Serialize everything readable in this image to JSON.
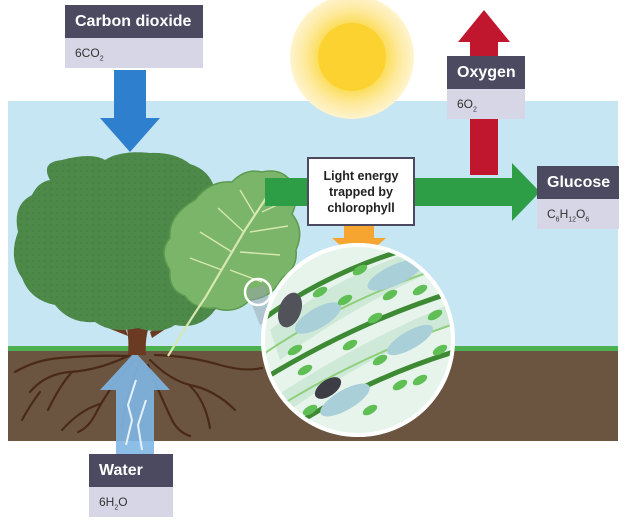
{
  "labels": {
    "carbon_dioxide": {
      "name": "Carbon dioxide",
      "formula": [
        "6CO",
        "2",
        ""
      ]
    },
    "oxygen": {
      "name": "Oxygen",
      "formula": [
        "6O",
        "2",
        ""
      ]
    },
    "glucose": {
      "name": "Glucose",
      "formula": [
        "C",
        "6",
        "H",
        "12",
        "O",
        "6"
      ]
    },
    "water": {
      "name": "Water",
      "formula": [
        "6H",
        "2",
        "O"
      ]
    },
    "light_energy": "Light energy trapped by chlorophyll"
  },
  "colors": {
    "sky": "#c5e6f2",
    "soil": "#6b5540",
    "grass": "#4caf50",
    "tree_canopy": "#4d8a4a",
    "trunk": "#6b3a22",
    "leaf": "#7bb56a",
    "sun": "#fbd23c",
    "co2_arrow": "#2f7fcf",
    "oxygen_arrow": "#c0172e",
    "glucose_arrow": "#2e9e46",
    "light_arrow": "#f6a630",
    "water_arrow": "#7fb7e6",
    "label_head": "#4b4a60",
    "label_formula": "#d6d6e6"
  }
}
